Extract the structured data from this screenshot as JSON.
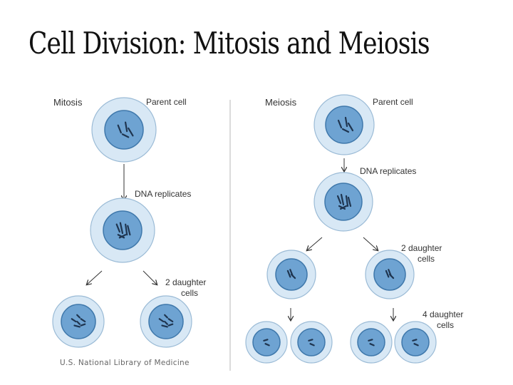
{
  "title": "Cell Division: Mitosis and Meiosis",
  "mitosis": {
    "heading": "Mitosis",
    "parent_label": "Parent cell",
    "replicate_label": "DNA replicates",
    "daughter_label_line1": "2 daughter",
    "daughter_label_line2": "cells"
  },
  "meiosis": {
    "heading": "Meiosis",
    "parent_label": "Parent cell",
    "replicate_label": "DNA replicates",
    "daughter2_label_line1": "2 daughter",
    "daughter2_label_line2": "cells",
    "daughter4_label_line1": "4 daughter",
    "daughter4_label_line2": "cells"
  },
  "credit": "U.S. National Library of Medicine",
  "colors": {
    "outer": "#d8e8f5",
    "outer_stroke": "#9bbbd6",
    "nucleus": "#6ea3d2",
    "nucleus_stroke": "#3f78ab",
    "chromosome": "#1f3550",
    "divider": "#cfcfcf"
  }
}
